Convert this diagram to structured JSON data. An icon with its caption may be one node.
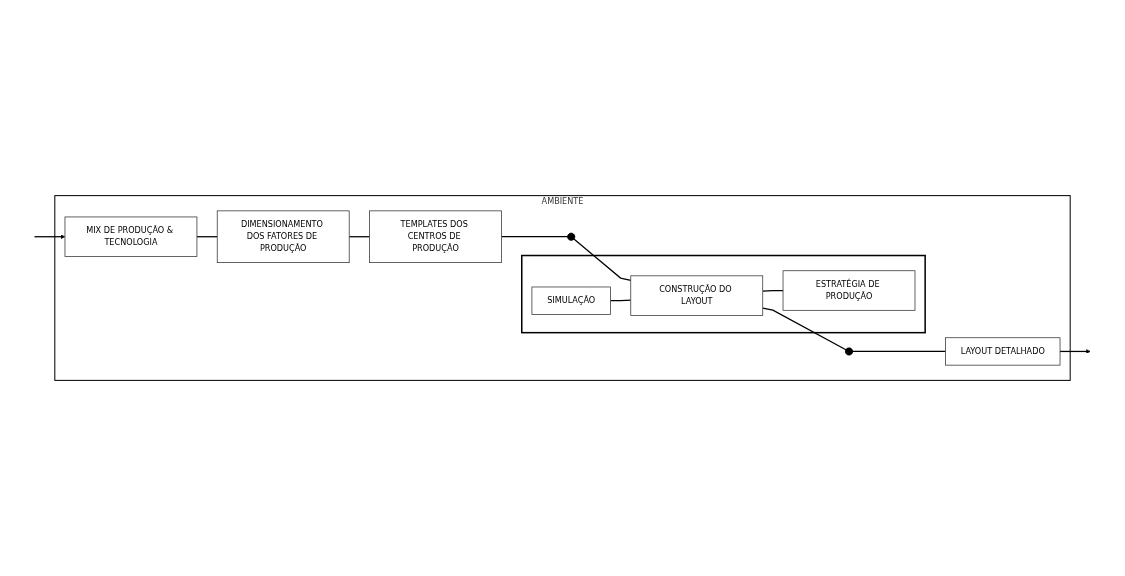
{
  "diagram": {
    "nodes": [
      {
        "text": [
          "AMBIENTE"
        ]
      },
      {
        "text": [
          "MIX DE PRODUÇÃO & TECNOLOGIA"
        ],
        "in": 0
      },
      {
        "text": [
          "DIMENSIONAMENTO DOS FATORES DE PRODUÇÃO"
        ],
        "in": 0
      },
      {
        "text": [
          "TEMPLATES DOS CENTROS DE PRODUÇÃO"
        ],
        "in": 0
      },
      {
        "text": [],
        "shape": "circle",
        "in": 0
      },
      {
        "text": [],
        "shape": "box",
        "in": 0
      },
      {
        "text": [
          "SIMULAÇÃO"
        ],
        "in": 5
      },
      {
        "text": [
          "CONSTRUÇÃO DO LAYOUT"
        ],
        "in": 5
      },
      {
        "text": [
          "ESTRATÉGIA DE PRODUÇÃO"
        ],
        "in": 5
      },
      {
        "text": [],
        "shape": "circle",
        "in": 0
      },
      {
        "text": [
          "LAYOUT DETALHADO"
        ],
        "in": 0
      }
    ],
    "edges": [
      {
        "from": null,
        "to": 1,
        "arrow": "to"
      },
      {
        "from": 1,
        "to": 2,
        "arrow": "none"
      },
      {
        "from": 2,
        "to": 3,
        "arrow": "none"
      },
      {
        "from": 3,
        "to": 4,
        "arrow": "none"
      },
      {
        "from": 4,
        "to": 7,
        "arrow": "none"
      },
      {
        "from": 6,
        "to": 7,
        "arrow": "none"
      },
      {
        "from": 7,
        "to": 8,
        "arrow": "none"
      },
      {
        "from": 7,
        "to": 9,
        "arrow": "none"
      },
      {
        "from": 9,
        "to": 10,
        "arrow": "none"
      },
      {
        "from": 10,
        "to": null,
        "arrow": "to"
      }
    ]
  }
}
